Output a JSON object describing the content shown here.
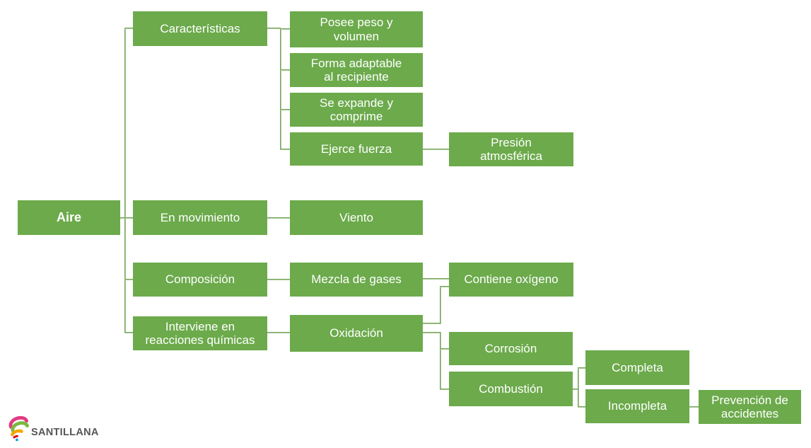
{
  "diagram": {
    "type": "concept-map-hierarchy",
    "root": "aire",
    "colors": {
      "node_fill": "#6caa4b",
      "node_text": "#ffffff",
      "connector_dark": "#63954a",
      "connector_light": "#bcd6a6",
      "background": "#ffffff"
    }
  },
  "nodes": {
    "aire": "Aire",
    "caracteristicas": "Características",
    "en_movimiento": "En movimiento",
    "composicion": "Composición",
    "interviene": "Interviene en\nreacciones químicas",
    "posee_peso": "Posee peso y\nvolumen",
    "forma_adaptable": "Forma adaptable\nal recipiente",
    "se_expande": "Se expande y\ncomprime",
    "ejerce_fuerza": "Ejerce fuerza",
    "viento": "Viento",
    "mezcla_gases": "Mezcla de gases",
    "oxidacion": "Oxidación",
    "presion_atmosferica": "Presión\natmosférica",
    "contiene_oxigeno": "Contiene oxígeno",
    "corrosion": "Corrosión",
    "combustion": "Combustión",
    "completa": "Completa",
    "incompleta": "Incompleta",
    "prevencion": "Prevención de\naccidentes"
  },
  "edges": [
    [
      "aire",
      "caracteristicas"
    ],
    [
      "aire",
      "en_movimiento"
    ],
    [
      "aire",
      "composicion"
    ],
    [
      "aire",
      "interviene"
    ],
    [
      "caracteristicas",
      "posee_peso"
    ],
    [
      "caracteristicas",
      "forma_adaptable"
    ],
    [
      "caracteristicas",
      "se_expande"
    ],
    [
      "caracteristicas",
      "ejerce_fuerza"
    ],
    [
      "ejerce_fuerza",
      "presion_atmosferica"
    ],
    [
      "en_movimiento",
      "viento"
    ],
    [
      "composicion",
      "mezcla_gases"
    ],
    [
      "mezcla_gases",
      "contiene_oxigeno"
    ],
    [
      "interviene",
      "oxidacion"
    ],
    [
      "oxidacion",
      "contiene_oxigeno"
    ],
    [
      "oxidacion",
      "corrosion"
    ],
    [
      "oxidacion",
      "combustion"
    ],
    [
      "combustion",
      "completa"
    ],
    [
      "combustion",
      "incompleta"
    ],
    [
      "incompleta",
      "prevencion"
    ]
  ],
  "logo": {
    "brand": "SANTILLANA",
    "text_color": "#565659",
    "palette": [
      "#e23a81",
      "#7db842",
      "#f6a800",
      "#e30613",
      "#009fe3"
    ]
  }
}
